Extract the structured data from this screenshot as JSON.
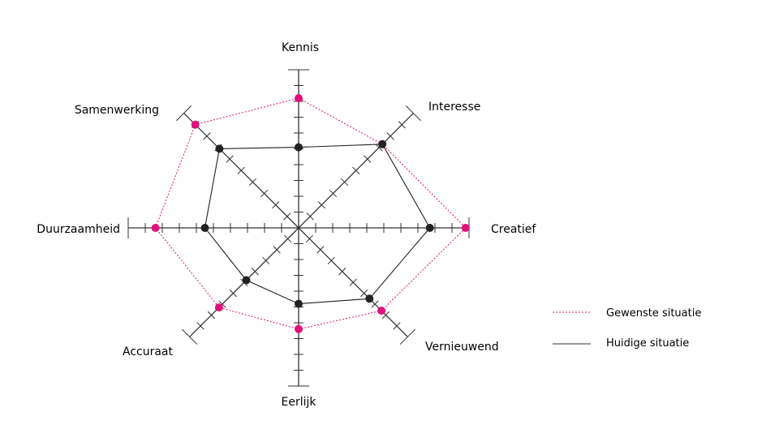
{
  "chart_data": {
    "type": "radar",
    "axes": [
      "Kennis",
      "Interesse",
      "Creatief",
      "Vernieuwend",
      "Eerlijk",
      "Accuraat",
      "Duurzaamheid",
      "Samenwerking"
    ],
    "max": 10,
    "series": [
      {
        "name": "Gewenste situatie",
        "values": [
          8.2,
          7.3,
          9.8,
          7.6,
          6.4,
          7.3,
          8.4,
          9.0
        ],
        "color": "#e0107a",
        "line": "dotted"
      },
      {
        "name": "Huidige situatie",
        "values": [
          5.1,
          7.3,
          7.7,
          6.5,
          4.8,
          4.8,
          5.5,
          6.9
        ],
        "color": "#222222",
        "line": "solid"
      }
    ],
    "legend": "right"
  }
}
